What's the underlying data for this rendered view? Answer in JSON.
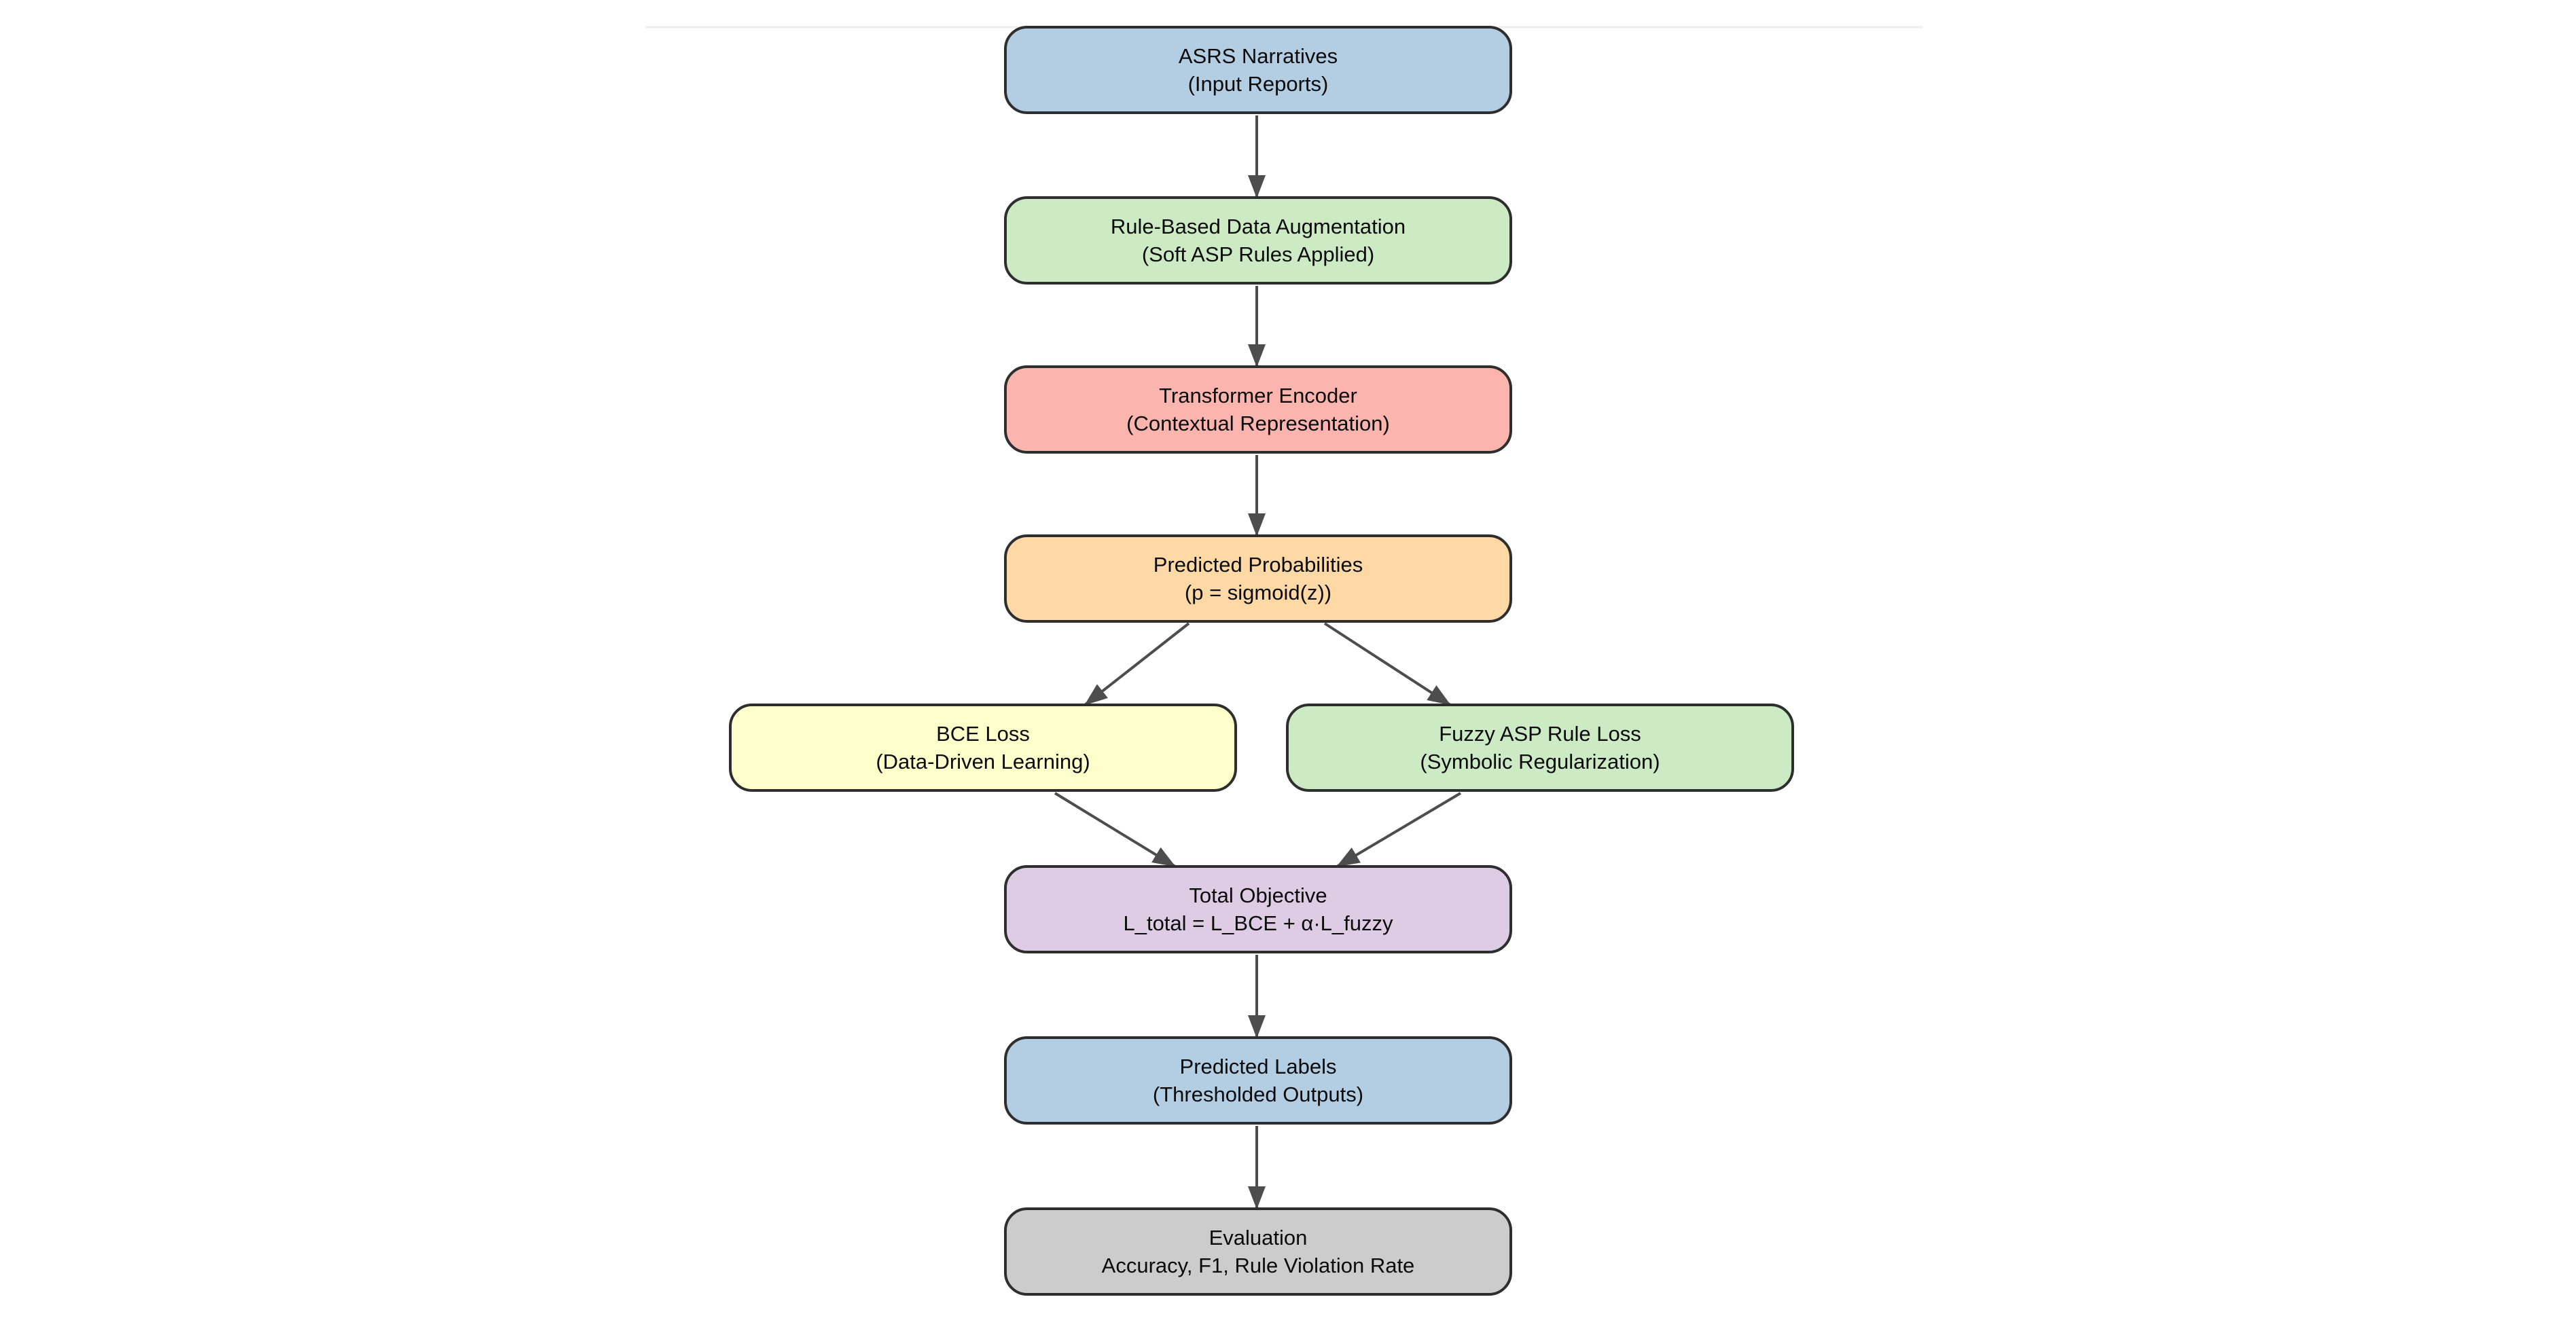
{
  "diagram": {
    "title_hint": "Neuro-symbolic training pipeline flowchart",
    "nodes": [
      {
        "id": "asrs-narratives",
        "line1": "ASRS Narratives",
        "line2": "(Input Reports)",
        "fill": "#b3cde3"
      },
      {
        "id": "data-augmentation",
        "line1": "Rule-Based Data Augmentation",
        "line2": "(Soft ASP Rules Applied)",
        "fill": "#ccebc5"
      },
      {
        "id": "transformer-encoder",
        "line1": "Transformer Encoder",
        "line2": "(Contextual Representation)",
        "fill": "#fbb4ae"
      },
      {
        "id": "predicted-probabilities",
        "line1": "Predicted Probabilities",
        "line2": "(p = sigmoid(z))",
        "fill": "#fed9a6"
      },
      {
        "id": "bce-loss",
        "line1": "BCE Loss",
        "line2": "(Data-Driven Learning)",
        "fill": "#ffffcc"
      },
      {
        "id": "fuzzy-asp-rule-loss",
        "line1": "Fuzzy ASP Rule Loss",
        "line2": "(Symbolic Regularization)",
        "fill": "#ccebc5"
      },
      {
        "id": "total-objective",
        "line1": "Total Objective",
        "line2": "L_total = L_BCE + α·L_fuzzy",
        "fill": "#decbe4"
      },
      {
        "id": "predicted-labels",
        "line1": "Predicted Labels",
        "line2": "(Thresholded Outputs)",
        "fill": "#b3cde3"
      },
      {
        "id": "evaluation",
        "line1": "Evaluation",
        "line2": "Accuracy, F1, Rule Violation Rate",
        "fill": "#cccccc"
      }
    ],
    "edges": [
      {
        "from": "asrs-narratives",
        "to": "data-augmentation"
      },
      {
        "from": "data-augmentation",
        "to": "transformer-encoder"
      },
      {
        "from": "transformer-encoder",
        "to": "predicted-probabilities"
      },
      {
        "from": "predicted-probabilities",
        "to": "bce-loss"
      },
      {
        "from": "predicted-probabilities",
        "to": "fuzzy-asp-rule-loss"
      },
      {
        "from": "bce-loss",
        "to": "total-objective"
      },
      {
        "from": "fuzzy-asp-rule-loss",
        "to": "total-objective"
      },
      {
        "from": "total-objective",
        "to": "predicted-labels"
      },
      {
        "from": "predicted-labels",
        "to": "evaluation"
      }
    ]
  },
  "colors": {
    "background": "#ffffff",
    "border": "#2e2e2e",
    "arrow": "#4d4d4d",
    "rule": "#ededed"
  }
}
